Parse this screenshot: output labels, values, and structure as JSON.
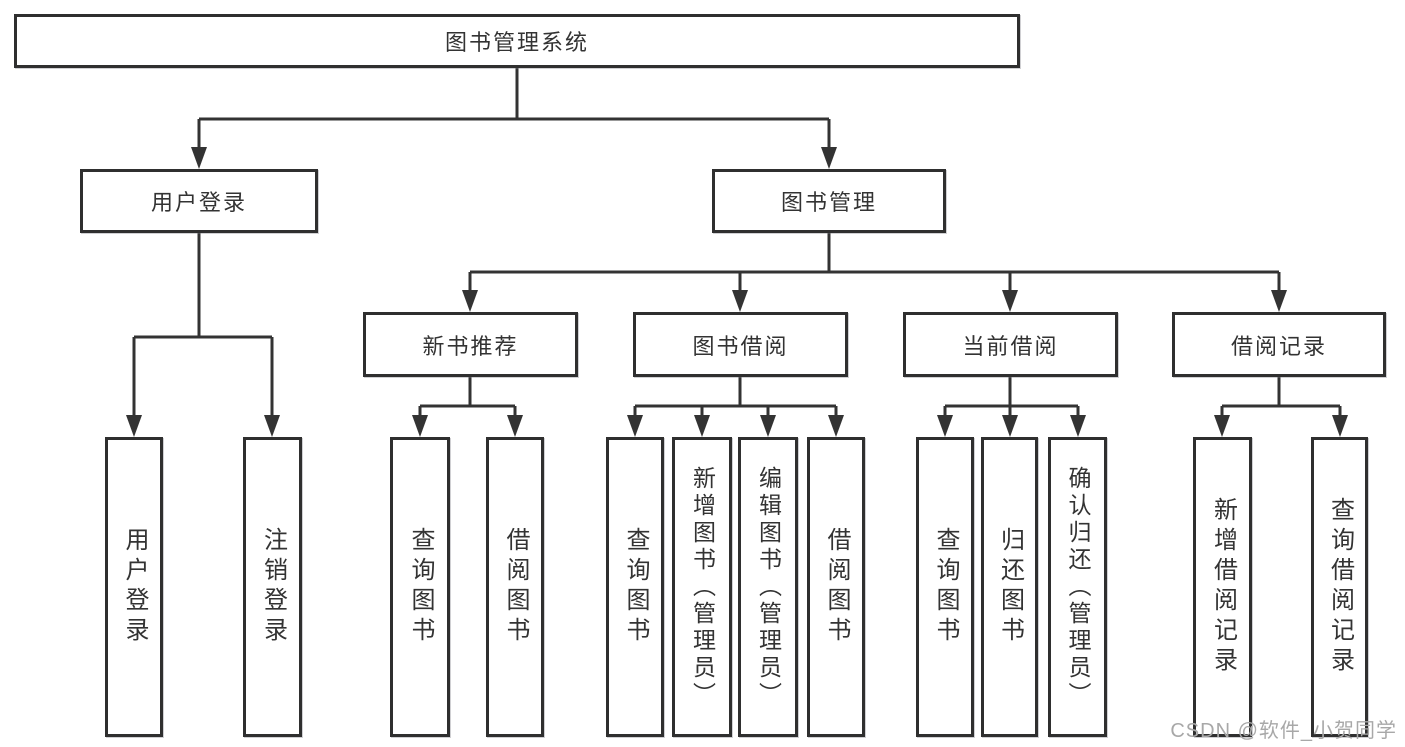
{
  "diagram": {
    "type": "hierarchy-tree",
    "colors": {
      "background": "#ffffff",
      "line": "#333333",
      "box_border": "#2f2f2f",
      "text": "#333333",
      "watermark": "#a8a8a8"
    },
    "watermark": "CSDN @软件_小贺同学"
  },
  "tree": {
    "label": "图书管理系统",
    "children": [
      {
        "label": "用户登录",
        "children": [
          {
            "label": "用户登录"
          },
          {
            "label": "注销登录"
          }
        ]
      },
      {
        "label": "图书管理",
        "children": [
          {
            "label": "新书推荐",
            "children": [
              {
                "label": "查询图书"
              },
              {
                "label": "借阅图书"
              }
            ]
          },
          {
            "label": "图书借阅",
            "children": [
              {
                "label": "查询图书"
              },
              {
                "label": "新增图书（管理员）"
              },
              {
                "label": "编辑图书（管理员）"
              },
              {
                "label": "借阅图书"
              }
            ]
          },
          {
            "label": "当前借阅",
            "children": [
              {
                "label": "查询图书"
              },
              {
                "label": "归还图书"
              },
              {
                "label": "确认归还（管理员）"
              }
            ]
          },
          {
            "label": "借阅记录",
            "children": [
              {
                "label": "新增借阅记录"
              },
              {
                "label": "查询借阅记录"
              }
            ]
          }
        ]
      }
    ]
  }
}
